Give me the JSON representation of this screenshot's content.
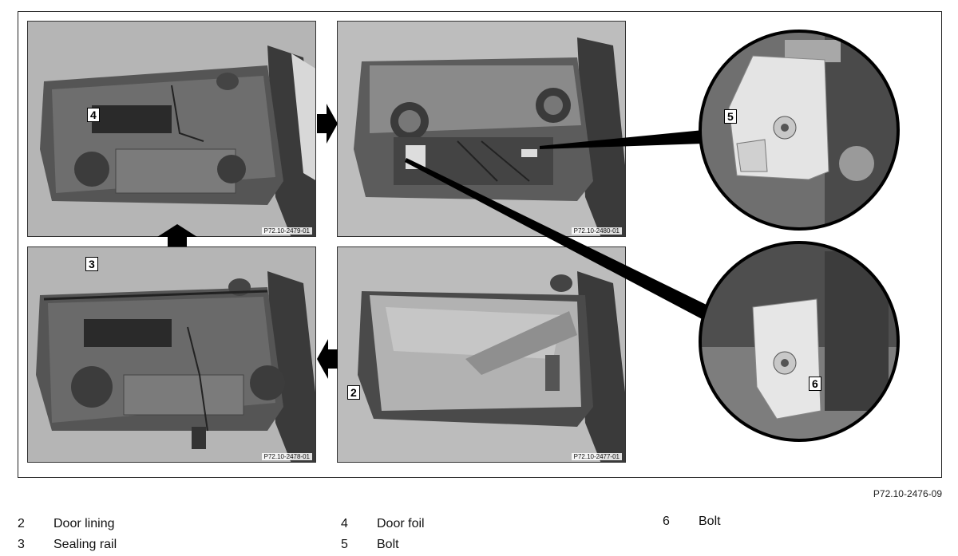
{
  "photos": {
    "top_left_code": "P72.10-2479-01",
    "top_right_code": "P72.10-2480-01",
    "bottom_left_code": "P72.10-2478-01",
    "bottom_right_code": "P72.10-2477-01"
  },
  "callouts": {
    "c2": "2",
    "c3": "3",
    "c4": "4",
    "c5": "5",
    "c6": "6"
  },
  "figure_code": "P72.10-2476-09",
  "legend": [
    {
      "num": "2",
      "text": "Door lining"
    },
    {
      "num": "3",
      "text": "Sealing rail"
    },
    {
      "num": "4",
      "text": "Door foil"
    },
    {
      "num": "5",
      "text": "Bolt"
    },
    {
      "num": "6",
      "text": "Bolt"
    }
  ]
}
